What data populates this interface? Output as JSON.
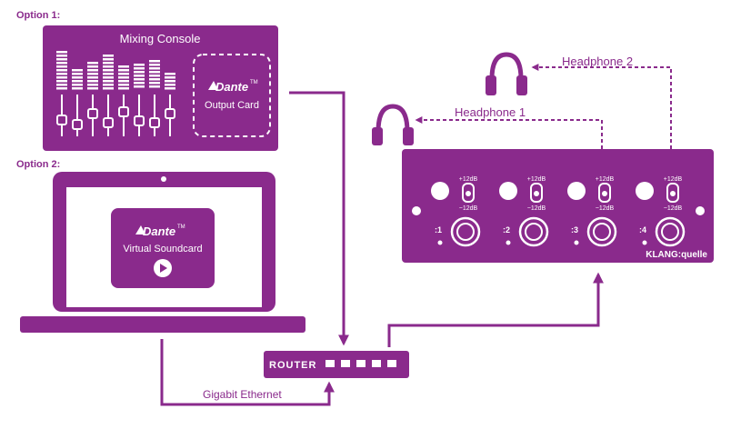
{
  "colors": {
    "primary": "#8a2a8c",
    "dark": "#6e1f72",
    "background": "#ffffff",
    "text_on_primary": "#ffffff"
  },
  "option1": {
    "label": "Option 1:",
    "device_title": "Mixing Console",
    "card_brand": "Dante",
    "card_trademark": "TM",
    "card_caption": "Output Card"
  },
  "option2": {
    "label": "Option 2:",
    "card_brand": "Dante",
    "card_trademark": "TM",
    "card_caption": "Virtual Soundcard",
    "play_icon": "play-icon"
  },
  "interface": {
    "brand": "KLANG:quelle",
    "gain_high": "+12dB",
    "gain_low": "−12dB",
    "channels": [
      {
        "label": ":1"
      },
      {
        "label": ":2"
      },
      {
        "label": ":3"
      },
      {
        "label": ":4"
      }
    ]
  },
  "headphones": [
    {
      "label": "Headphone 1"
    },
    {
      "label": "Headphone 2"
    }
  ],
  "router": {
    "label": "ROUTER"
  },
  "connection_label": "Gigabit Ethernet"
}
